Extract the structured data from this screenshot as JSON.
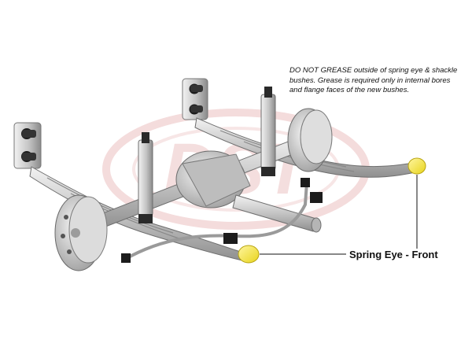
{
  "note": {
    "lines": [
      "DO NOT GREASE outside of spring eye & shackle",
      "bushes. Grease is required only in internal bores",
      "and flange faces of the new bushes."
    ]
  },
  "callout": {
    "label": "Spring Eye - Front"
  },
  "watermark": {
    "text": "DST"
  },
  "colors": {
    "highlight": "#f2e83a",
    "metal": "#c9c9c9",
    "bushing": "#1c1c1c",
    "watermark": "#f3d9d9",
    "text": "#111111"
  }
}
